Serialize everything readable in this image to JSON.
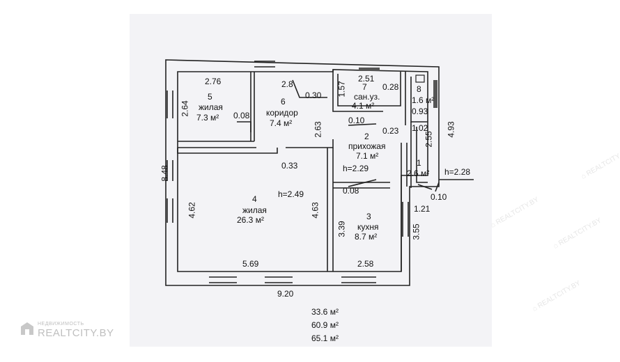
{
  "rooms": [
    {
      "id": "r5",
      "number": "5",
      "name": "жилая",
      "area": "7.3 м²"
    },
    {
      "id": "r6",
      "number": "6",
      "name": "коридор",
      "area": "7.4 м²"
    },
    {
      "id": "r7",
      "number": "7",
      "name": "сан.уз.",
      "area": "4.1 м²"
    },
    {
      "id": "r8",
      "number": "8",
      "area": "1.6 м²"
    },
    {
      "id": "r2",
      "number": "2",
      "name": "прихожая",
      "area": "7.1 м²"
    },
    {
      "id": "r1",
      "number": "1",
      "area": "2.6 м²"
    },
    {
      "id": "r4",
      "number": "4",
      "name": "жилая",
      "area": "26.3 м²"
    },
    {
      "id": "r3",
      "number": "3",
      "name": "кухня",
      "area": "8.7 м²"
    }
  ],
  "dimensions": {
    "d276": "2.76",
    "d264": "2.64",
    "d008a": "0.08",
    "d28": "2.8",
    "d030": "0.30",
    "d263": "2.63",
    "d251": "2.51",
    "d157": "1.57",
    "d028": "0.28",
    "d010a": "0.10",
    "d093": "0.93",
    "d023": "0.23",
    "d102": "1.02",
    "d255": "2.55",
    "d493": "4.93",
    "d848": "8.48",
    "d033": "0.33",
    "h229": "h=2.29",
    "h228": "h=2.28",
    "d008b": "0.08",
    "d010b": "0.10",
    "d121": "1.21",
    "h249": "h=2.49",
    "d462": "4.62",
    "d463": "4.63",
    "d339": "3.39",
    "d355": "3.55",
    "d569": "5.69",
    "d258": "2.58",
    "d920": "9.20"
  },
  "totals": [
    "33.6 м²",
    "60.9 м²",
    "65.1 м²"
  ],
  "watermark": {
    "small": "НЕДВИЖИМОСТЬ",
    "big": "REALTCITY.BY"
  }
}
